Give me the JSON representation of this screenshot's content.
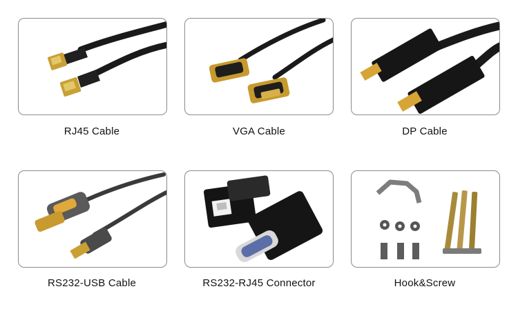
{
  "products": [
    {
      "caption": "RJ45 Cable",
      "image": "rj45-cable-icon"
    },
    {
      "caption": "VGA Cable",
      "image": "vga-cable-icon"
    },
    {
      "caption": "DP Cable",
      "image": "displayport-cable-icon"
    },
    {
      "caption": "RS232-USB Cable",
      "image": "rs232-usb-cable-icon"
    },
    {
      "caption": "RS232-RJ45 Connector",
      "image": "rs232-rj45-connector-icon"
    },
    {
      "caption": "Hook&Screw",
      "image": "hook-and-screw-icon"
    }
  ]
}
